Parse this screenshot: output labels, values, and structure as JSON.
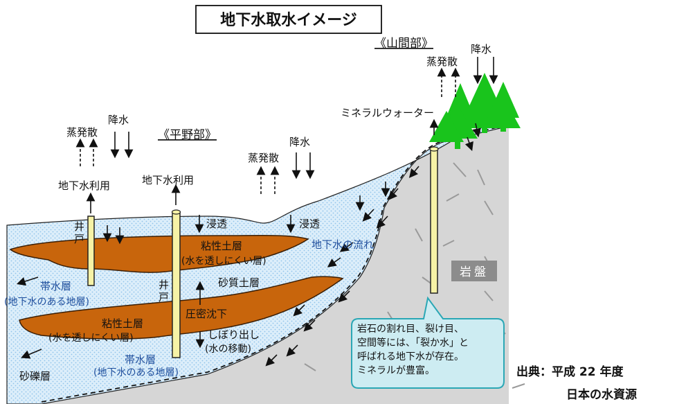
{
  "title": "地下水取水イメージ",
  "regions": {
    "mountain": "《山間部》",
    "plain": "《平野部》"
  },
  "labels": {
    "precip_mountain": "降水",
    "evap_mountain": "蒸発散",
    "mineral_water": "ミネラルウォーター",
    "precip_left": "降水",
    "evap_left": "蒸発散",
    "gw_use_left": "地下水利用",
    "gw_use_center": "地下水利用",
    "precip_center": "降水",
    "evap_center": "蒸発散",
    "well_left": "井戸",
    "well_center": "井戸",
    "seep_1": "浸透",
    "seep_2": "浸透",
    "gw_flow": "地下水の流れ",
    "clay_1": "粘性土層",
    "clay_1_note": "(水を透しにくい層)",
    "aquifer_1": "帯水層",
    "aquifer_1_note": "(地下水のある地層)",
    "sand": "砂質土層",
    "subsidence": "圧密沈下",
    "clay_2": "粘性土層",
    "clay_2_note": "(水を透しにくい層)",
    "squeeze": "しぼり出し",
    "squeeze_note": "(水の移動)",
    "aquifer_2": "帯水層",
    "aquifer_2_note": "(地下水のある地層)",
    "gravel": "砂礫層",
    "bedrock": "岩盤"
  },
  "callout": [
    "岩石の割れ目、裂け目、",
    "空間等には、「裂か水」と",
    "呼ばれる地下水が存在。",
    "ミネラルが豊富。"
  ],
  "source": {
    "line1": "出典：平成 22 年度",
    "line2": "日本の水資源"
  },
  "colors": {
    "water": "#dceefa",
    "water_dots": "#8fc3ea",
    "clay": "#c8650c",
    "bedrock": "#d6d6d6",
    "callout": "#cdecf2",
    "callout_border": "#2aa7b5",
    "tree": "#19c41c",
    "well": "#f6f2a6",
    "blue_text": "#1f4e9c"
  }
}
